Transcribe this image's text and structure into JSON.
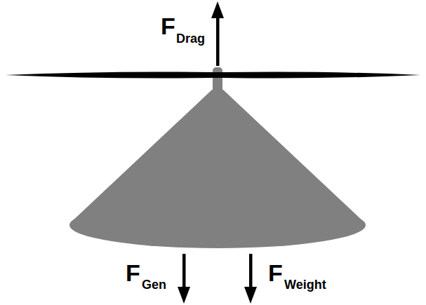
{
  "diagram": {
    "labels": [
      "F",
      "Drag",
      "F",
      "Gen",
      "F",
      "Weight"
    ]
  }
}
